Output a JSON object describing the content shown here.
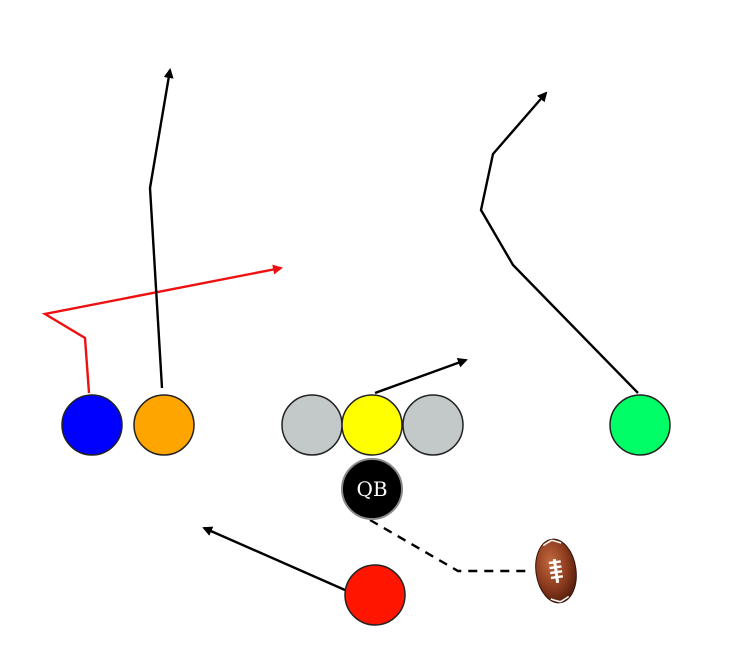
{
  "players": [
    {
      "id": "blue",
      "color": "#0000ff"
    },
    {
      "id": "orange",
      "color": "#ffa500"
    },
    {
      "id": "left-guard",
      "color": "#c3c8c8"
    },
    {
      "id": "center",
      "color": "#ffff00"
    },
    {
      "id": "right-guard",
      "color": "#c3c8c8"
    },
    {
      "id": "green",
      "color": "#00ff66"
    },
    {
      "id": "quarterback",
      "color": "#000000",
      "label": "QB"
    },
    {
      "id": "running-back",
      "color": "#ff1500"
    }
  ],
  "route_colors": {
    "default": "#000000",
    "highlight": "#ee1111"
  },
  "ball": {
    "icon": "football-icon",
    "colors": {
      "leather": "#8b3a1e",
      "laces": "#ffffff"
    }
  }
}
